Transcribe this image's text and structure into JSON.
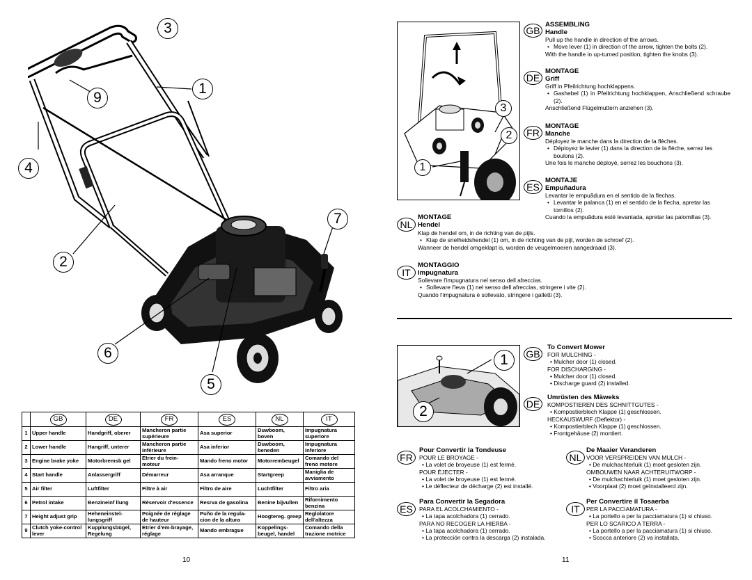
{
  "left_page": {
    "callouts": [
      "1",
      "2",
      "3",
      "4",
      "5",
      "6",
      "7",
      "9"
    ],
    "table": {
      "headers": [
        "GB",
        "DE",
        "FR",
        "ES",
        "NL",
        "IT"
      ],
      "rows": [
        [
          "1",
          "Upper handle",
          "Handgriff, oberer",
          "Mancheron partie supérieure",
          "Asa superior",
          "Duwboom, boven",
          "Impugnatura superiore"
        ],
        [
          "2",
          "Lower handle",
          "Hangriff, unterer",
          "Mancheron partie inférieure",
          "Asa inferior",
          "Duwboom, beneden",
          "Impugnatura inferiore"
        ],
        [
          "3",
          "Engine brake yoke",
          "Motorbremsb gel",
          "Etrier du frein-moteur",
          "Mando freno motor",
          "Motorrembeugel",
          "Comando del freno motore"
        ],
        [
          "4",
          "Start handle",
          "Anlassergriff",
          "Démarreur",
          "Asa arranque",
          "Startgreep",
          "Maniglia de avviamento"
        ],
        [
          "5",
          "Air filter",
          "Luftfilter",
          "Filtre à air",
          "Filtro de aire",
          "Luchtfilter",
          "Filtro aria"
        ],
        [
          "6",
          "Petrol intake",
          "Benzineinf llung",
          "Réservoir d'essence",
          "Resrva de gasolina",
          "Benine bijvullen",
          "Rifornimento benzina"
        ],
        [
          "7",
          "Height adjust grip",
          "Heheneinstel-lungsgriff",
          "Poignée de réglage de hauteur",
          "Puño de la regula-cion de la altura",
          "Hoogtereg. greep",
          "Reglolatore dell'altezza"
        ],
        [
          "9",
          "Clutch yoke-control lever",
          "Kupplungsbügel, Regelung",
          "Etrier d'em-brayage, réglage",
          "Mando embrague",
          "Koppelings-beugel, handel",
          "Comando della trazione motrice"
        ]
      ]
    },
    "page_number": "10"
  },
  "right_page": {
    "fig1_callouts": [
      "3",
      "2",
      "1"
    ],
    "fig2_callouts": [
      "1",
      "2"
    ],
    "assembling": {
      "gb": {
        "badge": "GB",
        "title": "ASSEMBLING",
        "sub": "Handle",
        "lines": [
          "Pull up the handle in direction of the arrows."
        ],
        "bullets": [
          "Move lever (1) in direction of the arrow, tighten the bolts (2)."
        ],
        "after": [
          "With the handle in up-turned position, tighten the knobs (3)."
        ]
      },
      "de": {
        "badge": "DE",
        "title": "MONTAGE",
        "sub": "Griff",
        "lines": [
          "Griff in Pfeilrichtung hochklappens."
        ],
        "bullets": [
          "Gashebel (1) in Pfeilrichtung hochklappen, Anschließend schraube (2)."
        ],
        "after": [
          "Anschließend Flügelmuttern anziehen (3)."
        ]
      },
      "fr": {
        "badge": "FR",
        "title": "MONTAGE",
        "sub": "Manche",
        "lines": [
          "Déployez le manche dans la direction de la flèches."
        ],
        "bullets": [
          "Déployez le levier (1) dans la direction de la flèche, serrez les boulons (2)."
        ],
        "after": [
          "Une fois le manche déployé, serrez les bouchons (3)."
        ]
      },
      "es": {
        "badge": "ES",
        "title": "MONTAJE",
        "sub": "Empuñadura",
        "lines": [
          "Levantar le empuãdura en el sentido de la flechas."
        ],
        "bullets": [
          "Levantar le palanca (1) en el sentido de la flecha, apretar las tornillos (2)."
        ],
        "after": [
          "Cuando la empuãdura esté levantada, apretar las palomillas (3)."
        ]
      },
      "nl": {
        "badge": "NL",
        "title": "MONTAGE",
        "sub": "Hendel",
        "lines": [
          "Klap de hendel om, in de richting van de pijls."
        ],
        "bullets": [
          "Klap de snelheidshendel (1) om, in de richting van de pijl, worden de schroef (2)."
        ],
        "after": [
          "Wanneer de hendel omgeklapt is, worden de veugelmoeren aangedraaid (3)."
        ]
      },
      "it": {
        "badge": "IT",
        "title": "MONTAGGIO",
        "sub": "Impugnatura",
        "lines": [
          "Sollevare l'impugnatura nel senso dell afreccias."
        ],
        "bullets": [
          "Sollevare l'leva (1) nel senso dell afreccias, stringere i vite (2)."
        ],
        "after": [
          "Quando l'impugnatura è sollevato, stringere i galletti (3)."
        ]
      }
    },
    "convert": {
      "gb": {
        "badge": "GB",
        "title": "To Convert Mower",
        "lines": [
          "FOR MULCHING -",
          "• Mulcher door (1) closed.",
          "FOR DISCHARGING -",
          "• Mulcher door (1) closed.",
          "• Discharge guard (2) installed."
        ]
      },
      "de": {
        "badge": "DE",
        "title": "Umrüsten des Mäweks",
        "lines": [
          "KOMPOSTIEREN DES SCHNITTGUTES -",
          "• Kompostierblech Klappe (1) geschlossen.",
          "HECKAUSWURF (Deflektor) -",
          "• Kompostierblech Klappe (1) geschlossen.",
          "• Frontgehäuse (2) montiert."
        ]
      },
      "fr": {
        "badge": "FR",
        "title": "Pour Convertir la Tondeuse",
        "lines": [
          "POUR LE BROYAGE -",
          "• La volet de broyeuse (1) est fermé.",
          "POUR ÉJECTER -",
          "• La volet de broyeuse (1) est fermé.",
          "• Le déflecteur de décharge (2) est installé."
        ]
      },
      "nl": {
        "badge": "NL",
        "title": "De Maaier Veranderen",
        "lines": [
          "VOOR VERSPREIDEN VAN MULCH -",
          "• De mulchachterluik (1) moet gesloten zijn.",
          "OMBOUWEN NAAR ACHTERUITWORP -",
          "• De mulchachterluik (1) moet gesloten zijn.",
          "• Voorplaat (2) moet geïnstalleerd zijn."
        ]
      },
      "es": {
        "badge": "ES",
        "title": "Para Convertir la Segadora",
        "lines": [
          "PARA EL ACOLCHAMIENTO -",
          "• La tapa acolchadora (1) cerrado.",
          "PARA NO RECOGER LA HIERBA -",
          "• La tapa acolchadora (1) cerrado.",
          "• La protección contra la descarga (2) instalada."
        ]
      },
      "it": {
        "badge": "IT",
        "title": "Per Convertire il Tosaerba",
        "lines": [
          "PER LA PACCIAMATURA -",
          "• La portello a per la pacciamatura (1) si chiuso.",
          "PER LO SCARICO A TERRA -",
          "• La portello a per la pacciamatura (1) si chiuso.",
          "• Scocca anteriore (2) va installata."
        ]
      }
    },
    "page_number": "11"
  }
}
